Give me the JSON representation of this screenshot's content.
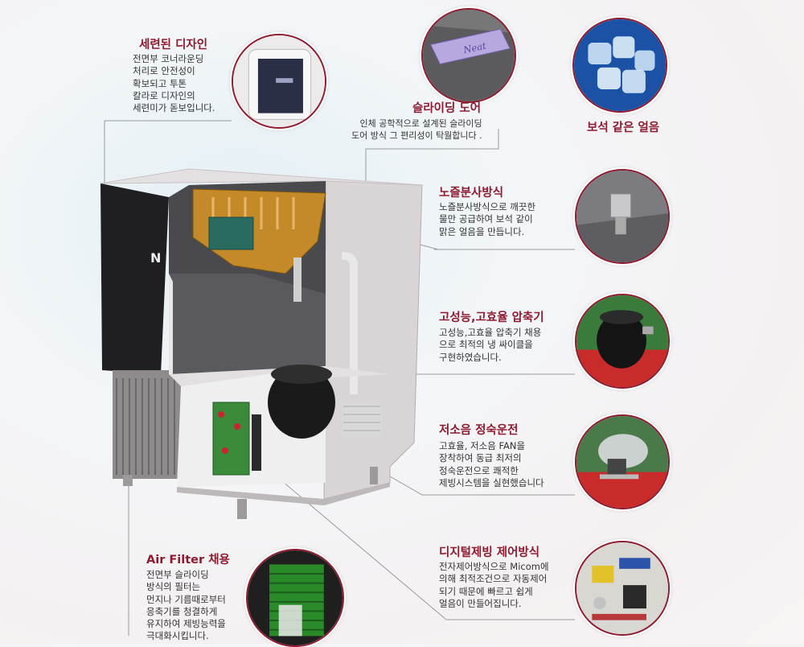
{
  "features": {
    "design": {
      "title": "세련된 디자인",
      "lines": [
        "전면부 코너라운딩",
        "처리로 안전성이",
        "확보되고 투톤",
        "칼라로 디자인의",
        "세련미가 돋보입니다."
      ]
    },
    "sliding_door": {
      "title": "슬라이딩 도어",
      "lines": [
        "인체 공학적으로 설계된 슬라이딩",
        "도어 방식 그 편리성이 탁월합니다 ."
      ],
      "badge": "Neat"
    },
    "gem_ice": {
      "title": "보석 같은 얼음"
    },
    "spray": {
      "title": "노즐분사방식",
      "lines": [
        "노즐분사방식으로 깨끗한",
        "물만 공급하여 보석 같이",
        "맑은 얼음을 만듭니다."
      ]
    },
    "compressor": {
      "title": "고성능,고효율 압축기",
      "lines": [
        "고성능,고효율 압축기 채용",
        "으로 최적의 냉 싸이클을",
        "구현하였습니다."
      ]
    },
    "low_noise": {
      "title": "저소음 정숙운전",
      "lines": [
        "고효율, 저소음 FAN을",
        "장착하여 동급 최저의",
        "정숙운전으로 쾌적한",
        "제빙시스템을 실현했습니다"
      ]
    },
    "digital": {
      "title": "디지털제빙 제어방식",
      "lines": [
        "전자제어방식으로 Micom에",
        "의해 최적조건으로 자동제어",
        "되기 때문에 빠르고 쉽게",
        "얼음이 만들어집니다."
      ]
    },
    "air_filter": {
      "title": "Air Filter 채용",
      "lines": [
        "전면부 슬라이딩",
        "방식의 필터는",
        "먼지나 기름때로부터",
        "응축기를 청결하게",
        "유지하여 제빙능력을",
        "극대화시킵니다."
      ]
    }
  },
  "machine": {
    "front_label": "N"
  },
  "colors": {
    "accent": "#8e1b30",
    "line": "#9a9a9a"
  }
}
